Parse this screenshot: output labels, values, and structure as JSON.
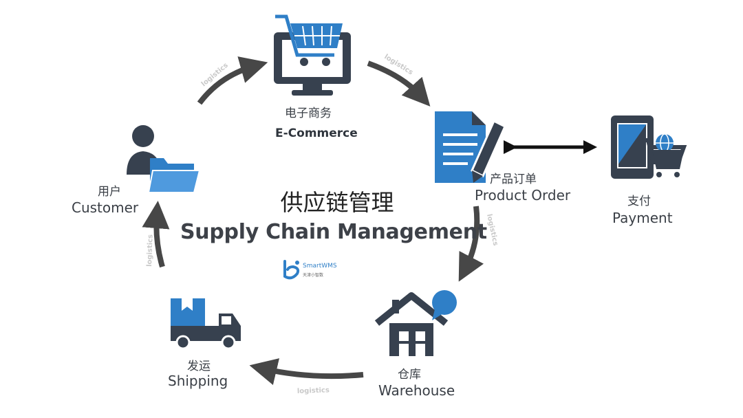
{
  "title": {
    "zh": "供应链管理",
    "en": "Supply Chain Management"
  },
  "brand": {
    "name": "SmartWMS",
    "tagline": "天津小智数"
  },
  "nodes": {
    "ecommerce": {
      "zh": "电子商务",
      "en": "E-Commerce"
    },
    "product_order": {
      "zh": "产品订单",
      "en": "Product Order"
    },
    "payment": {
      "zh": "支付",
      "en": "Payment"
    },
    "warehouse": {
      "zh": "仓库",
      "en": "Warehouse"
    },
    "shipping": {
      "zh": "发运",
      "en": "Shipping"
    },
    "customer": {
      "zh": "用户",
      "en": "Customer"
    }
  },
  "arrow_label": "logistics",
  "colors": {
    "dark": "#37414f",
    "blue": "#2f7fc7",
    "arrow": "#4a4a4a",
    "text": "#3a3f46"
  },
  "icons": [
    "cart-monitor-icon",
    "document-pen-icon",
    "tablet-cart-icon",
    "house-chat-icon",
    "truck-box-icon",
    "user-folder-icon",
    "smartwms-logo-icon"
  ]
}
